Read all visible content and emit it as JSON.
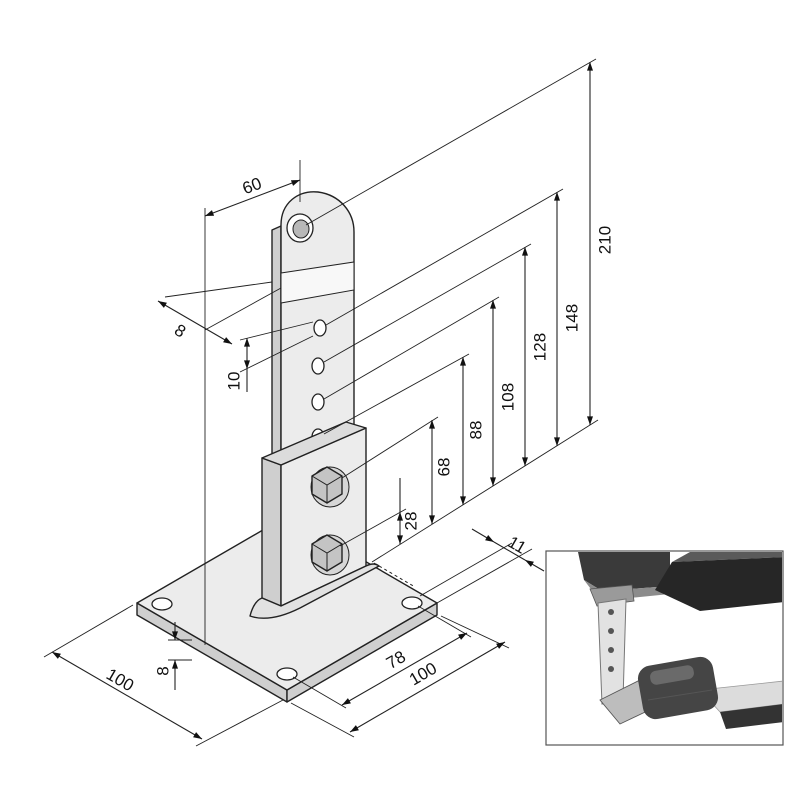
{
  "colors": {
    "outline": "#222222",
    "face": "#ececec",
    "side": "#cfcfcf",
    "background": "#ffffff"
  },
  "dimensions": {
    "top_width": "60",
    "strip_thickness": "8",
    "first_slot_offset": "10",
    "plate_thickness": "8",
    "plate_depth": "100",
    "hole_spacing": "78",
    "plate_width": "100",
    "hole_edge_offset": "11",
    "height_28": "28",
    "height_68": "68",
    "height_88": "88",
    "height_108": "108",
    "height_128": "128",
    "height_148": "148",
    "height_210": "210"
  }
}
